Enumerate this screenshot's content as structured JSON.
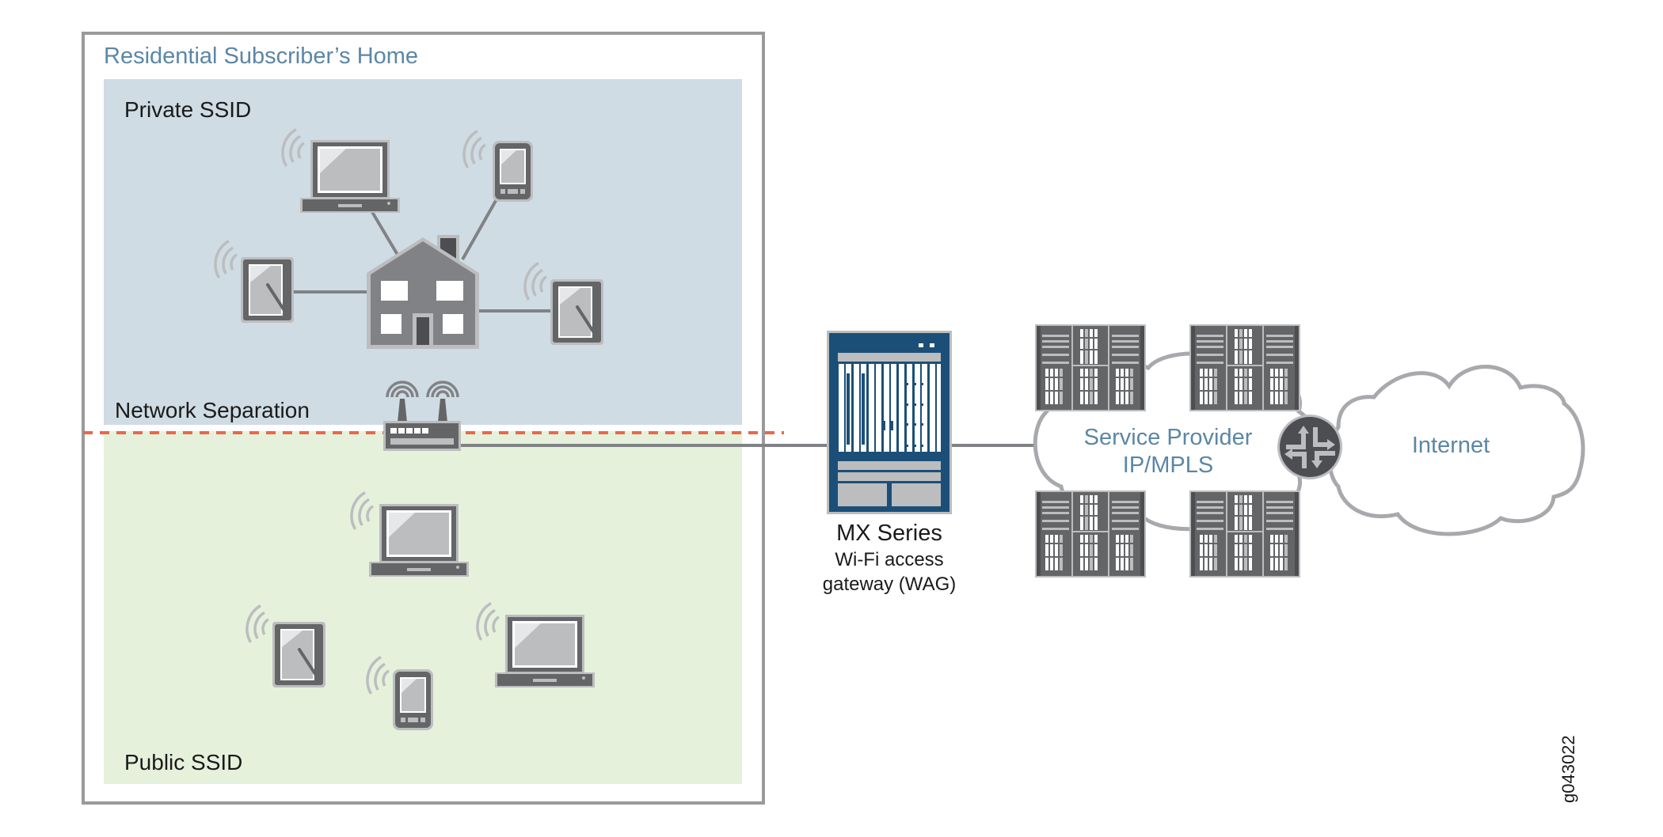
{
  "diagram": {
    "figure_id": "g043022",
    "home": {
      "title": "Residential Subscriber’s Home",
      "private_zone": {
        "label": "Private SSID",
        "devices": [
          "laptop",
          "smartphone",
          "tablet",
          "tablet"
        ],
        "hub": "house"
      },
      "separation": {
        "label": "Network Separation",
        "device": "wifi-router"
      },
      "public_zone": {
        "label": "Public SSID",
        "devices": [
          "laptop",
          "tablet",
          "smartphone",
          "laptop"
        ]
      }
    },
    "gateway": {
      "title": "MX Series",
      "subtitle_line1": "Wi-Fi access",
      "subtitle_line2": "gateway (WAG)"
    },
    "provider_network": {
      "label_line1": "Service Provider",
      "label_line2": "IP/MPLS",
      "server_racks": 4
    },
    "edge_router": {
      "icon": "router-icon"
    },
    "internet": {
      "label": "Internet"
    },
    "colors": {
      "home_border": "#9a9a9c",
      "private_zone_bg": "#cfdce4",
      "public_zone_bg": "#e6f1dc",
      "separation_line": "#e8684a",
      "title_blue": "#5b87a5",
      "gateway_navy": "#1b4f78",
      "device_dark": "#646567",
      "device_light": "#bcbdbf",
      "link_gray": "#808285",
      "cloud_stroke": "#a7a9ac"
    }
  }
}
